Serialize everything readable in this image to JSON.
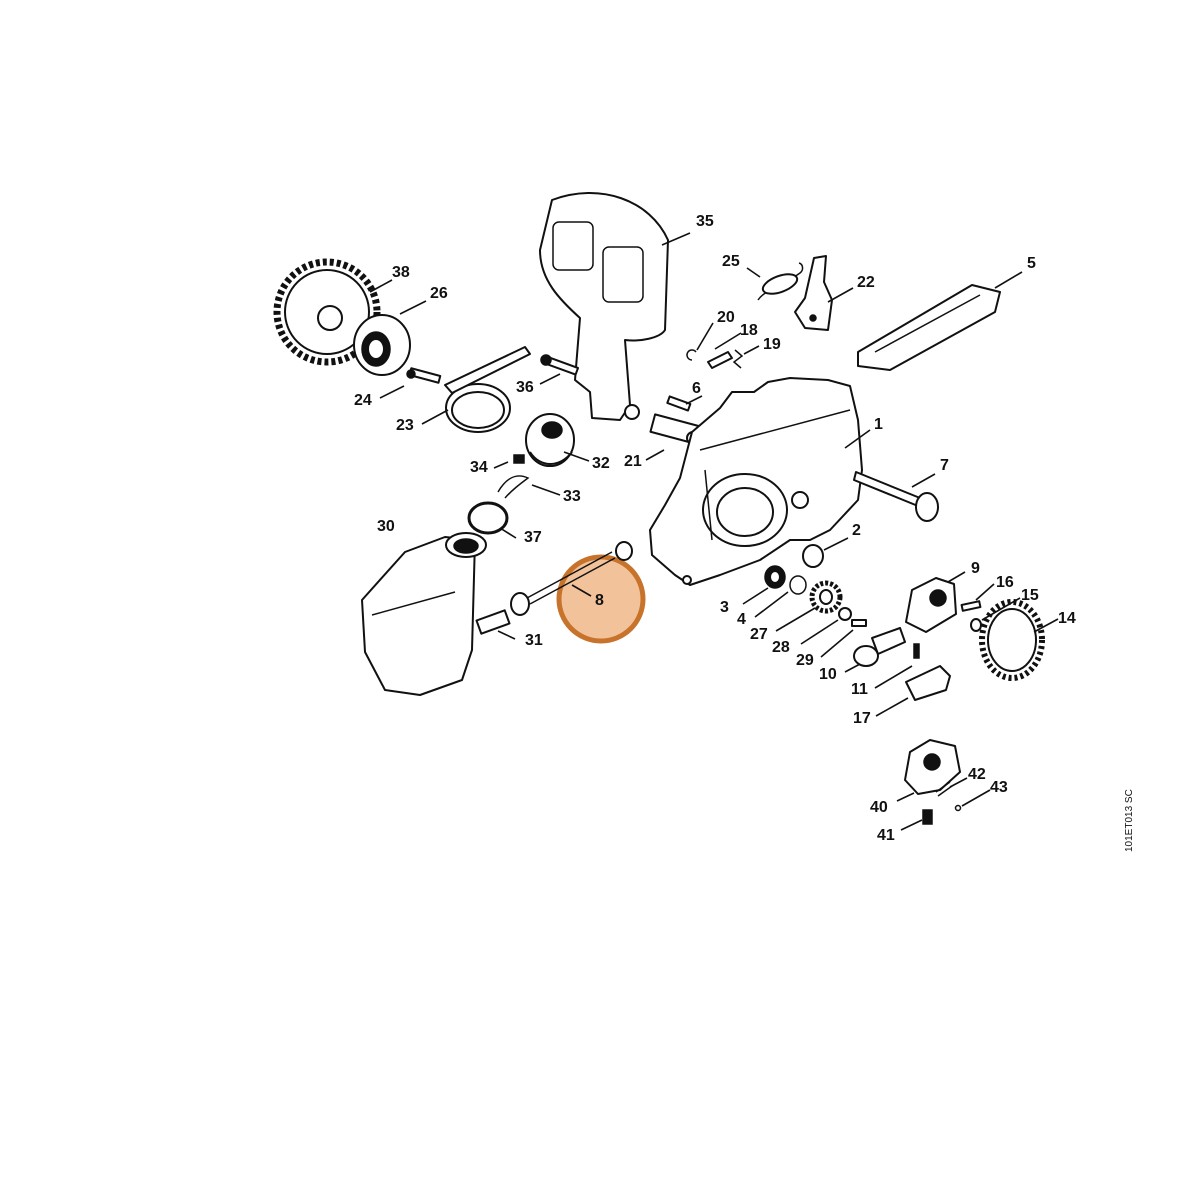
{
  "document_code": "101ET013 SC",
  "highlight": {
    "part": "8",
    "fill": "#f2c39a",
    "stroke": "#c8732b"
  },
  "labels": {
    "1": "1",
    "2": "2",
    "3": "3",
    "4": "4",
    "5": "5",
    "6": "6",
    "7": "7",
    "8": "8",
    "9": "9",
    "10": "10",
    "11": "11",
    "14": "14",
    "15": "15",
    "16": "16",
    "17": "17",
    "18": "18",
    "19": "19",
    "20": "20",
    "21": "21",
    "22": "22",
    "23": "23",
    "24": "24",
    "25": "25",
    "26": "26",
    "27": "27",
    "28": "28",
    "29": "29",
    "30": "30",
    "31": "31",
    "32": "32",
    "33": "33",
    "34": "34",
    "35": "35",
    "36": "36",
    "37": "37",
    "38": "38",
    "40": "40",
    "41": "41",
    "42": "42",
    "43": "43"
  }
}
